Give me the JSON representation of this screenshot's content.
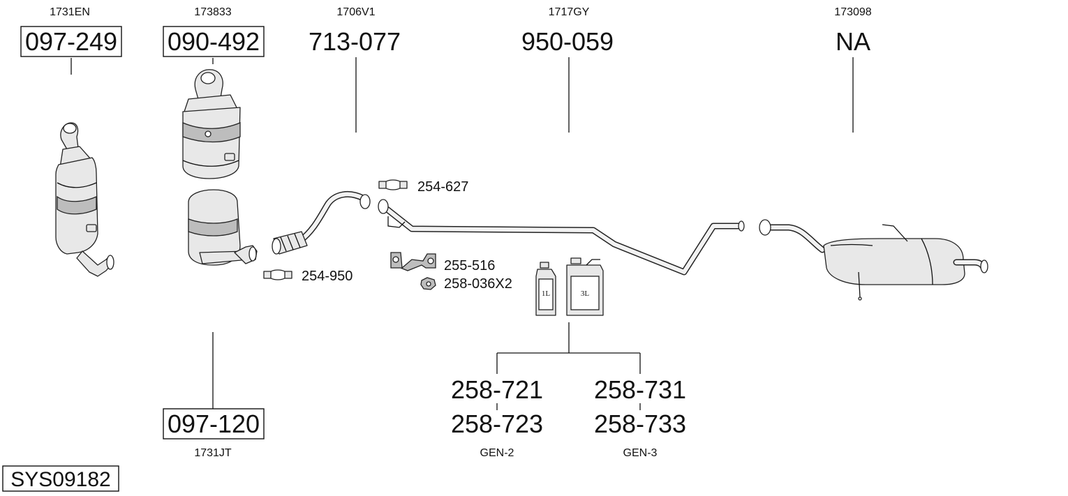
{
  "system_id": "SYS09182",
  "columns": [
    {
      "ref": "1731EN",
      "part_no": "097-249",
      "boxed": true
    },
    {
      "ref": "173833",
      "part_no": "090-492",
      "boxed": true
    },
    {
      "ref": "1706V1",
      "part_no": "713-077",
      "boxed": false
    },
    {
      "ref": "1717GY",
      "part_no": "950-059",
      "boxed": false
    },
    {
      "ref": "173098",
      "part_no": "NA",
      "boxed": false
    }
  ],
  "lower_part": {
    "part_no": "097-120",
    "ref": "1731JT"
  },
  "small_parts": [
    {
      "part_no": "254-627"
    },
    {
      "part_no": "254-950"
    },
    {
      "part_no": "255-516"
    },
    {
      "part_no": "258-036X2"
    }
  ],
  "bottles": [
    {
      "label": "1L"
    },
    {
      "label": "3L"
    }
  ],
  "fluids": [
    {
      "top": "258-721",
      "bottom": "258-723",
      "gen": "GEN-2"
    },
    {
      "top": "258-731",
      "bottom": "258-733",
      "gen": "GEN-3"
    }
  ]
}
